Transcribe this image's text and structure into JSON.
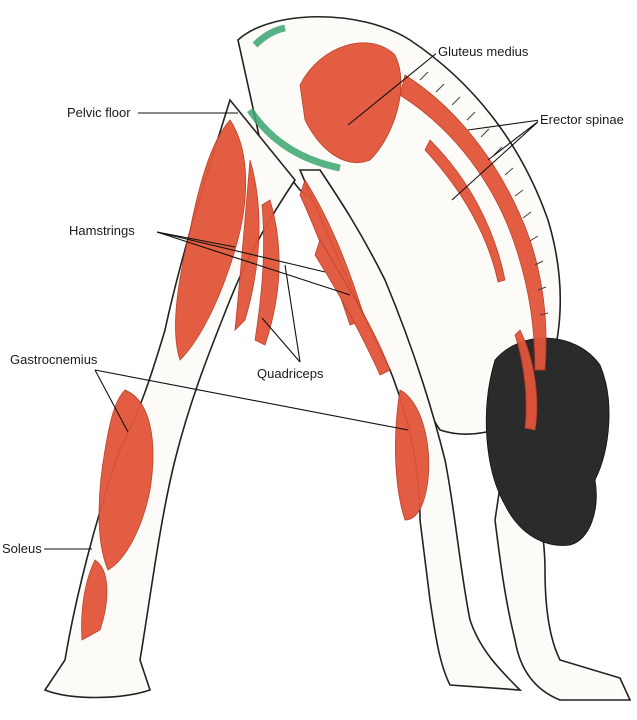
{
  "labels": {
    "gluteus_medius": "Gluteus medius",
    "pelvic_floor": "Pelvic floor",
    "erector_spinae": "Erector spinae",
    "hamstrings": "Hamstrings",
    "gastrocnemius": "Gastrocnemius",
    "quadriceps": "Quadriceps",
    "soleus": "Soleus"
  },
  "colors": {
    "muscle": "#e2553a",
    "muscle_dark": "#c23d24",
    "pelvic_floor": "#3aa66e",
    "outline": "#222222",
    "background": "#ffffff"
  }
}
